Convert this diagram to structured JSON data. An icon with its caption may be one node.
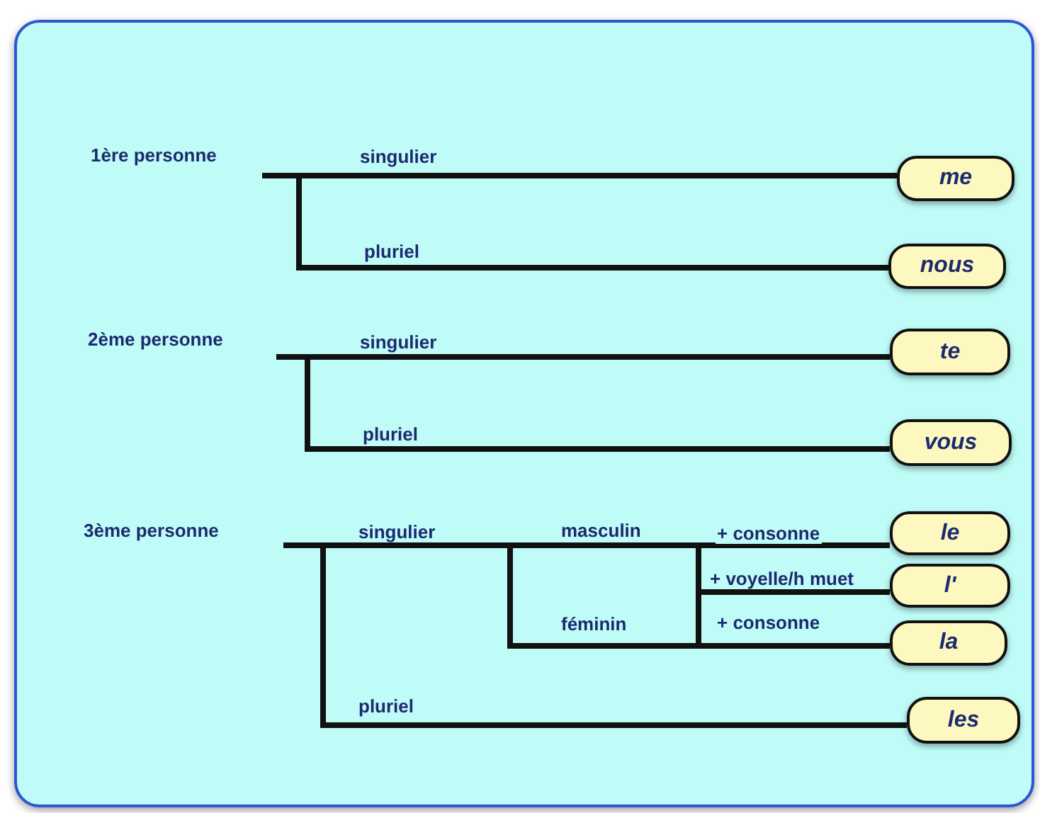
{
  "diagram": {
    "nodes": [
      {
        "text": [
          "1ère personne"
        ]
      },
      {
        "text": [
          "me"
        ]
      },
      {
        "text": [
          "nous"
        ]
      },
      {
        "text": [
          "2ème personne"
        ]
      },
      {
        "text": [
          "te"
        ]
      },
      {
        "text": [
          "vous"
        ]
      },
      {
        "text": [
          "3ème personne"
        ]
      },
      {
        "text": [
          "le"
        ]
      },
      {
        "text": [
          "l'"
        ]
      },
      {
        "text": [
          "la"
        ]
      },
      {
        "text": [
          "les"
        ]
      }
    ],
    "edges": [
      {
        "from": 0,
        "to": 1,
        "arrow": "none",
        "label": "singulier"
      },
      {
        "from": 0,
        "to": 2,
        "arrow": "none",
        "label": "pluriel"
      },
      {
        "from": 3,
        "to": 4,
        "arrow": "none",
        "label": "singulier"
      },
      {
        "from": 3,
        "to": 5,
        "arrow": "none",
        "label": "pluriel"
      },
      {
        "from": 6,
        "to": 7,
        "arrow": "none",
        "label": "+ consonne"
      },
      {
        "from": 6,
        "to": 8,
        "arrow": "none",
        "label": "+ voyelle/h muet"
      },
      {
        "from": 6,
        "to": 9,
        "arrow": "none",
        "label": "+ consonne"
      },
      {
        "from": 6,
        "to": 10,
        "arrow": "none",
        "label": "pluriel"
      }
    ],
    "labels": [
      "singulier",
      "masculin",
      "féminin"
    ]
  }
}
